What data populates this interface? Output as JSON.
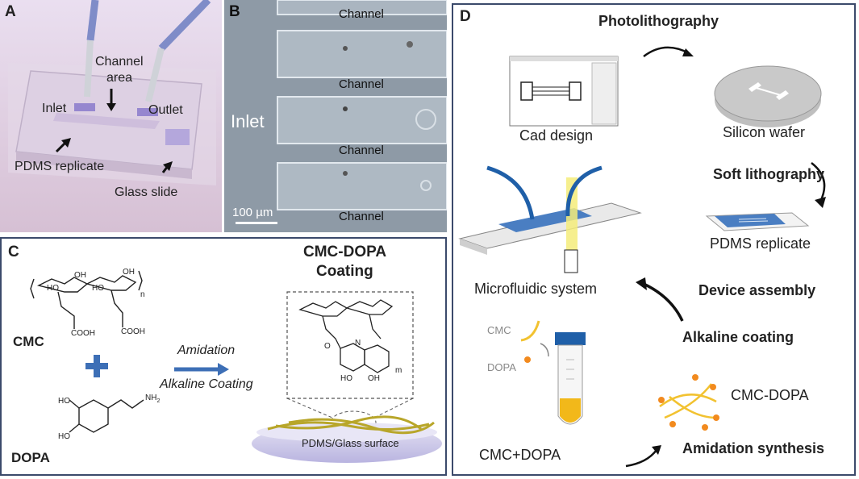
{
  "panelA": {
    "letter": "A",
    "labels": {
      "channel_area_1": "Channel",
      "channel_area_2": "area",
      "inlet": "Inlet",
      "outlet": "Outlet",
      "pdms": "PDMS replicate",
      "glass": "Glass slide"
    }
  },
  "panelB": {
    "letter": "B",
    "channel": "Channel",
    "inlet": "Inlet",
    "scale": "100 µm"
  },
  "panelC": {
    "letter": "C",
    "title_1": "CMC-DOPA",
    "title_2": "Coating",
    "cmc": "CMC",
    "dopa": "DOPA",
    "amidation": "Amidation",
    "alkaline": "Alkaline Coating",
    "surface": "PDMS/Glass surface",
    "chem": {
      "oh": "OH",
      "ho": "HO",
      "cooh": "COOH",
      "nh2": "NH",
      "sub2": "2",
      "n": "n",
      "m": "m",
      "o": "O",
      "N": "N"
    }
  },
  "panelD": {
    "letter": "D",
    "photolithography": "Photolithography",
    "cad": "Cad design",
    "wafer": "Silicon wafer",
    "soft": "Soft lithography",
    "pdms": "PDMS replicate",
    "microfluidic": "Microfluidic system",
    "assembly": "Device assembly",
    "alkaline": "Alkaline coating",
    "cmc": "CMC",
    "dopa": "DOPA",
    "cmcdopa": "CMC-DOPA",
    "cmcplus": "CMC+DOPA",
    "amidation": "Amidation synthesis"
  },
  "colors": {
    "accent_blue": "#3d6fb6",
    "tube_blue": "#1f5fa8",
    "fiber_yellow": "#f2c230",
    "dopa_orange": "#f28a1e",
    "frame": "#3b4a6b"
  }
}
